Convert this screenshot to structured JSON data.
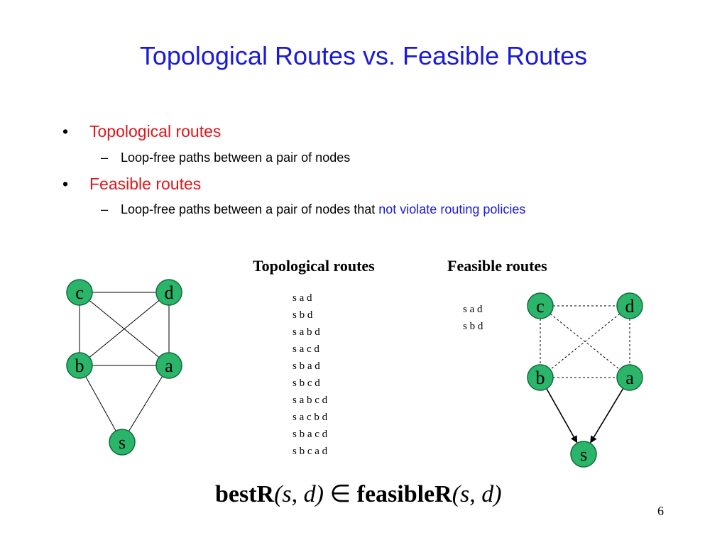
{
  "slide": {
    "title": "Topological Routes vs. Feasible Routes",
    "page_number": "6"
  },
  "bullets": [
    {
      "label": "Topological routes",
      "sub": {
        "text": "Loop-free paths between a pair of nodes",
        "highlight": ""
      }
    },
    {
      "label": "Feasible routes",
      "sub": {
        "text": "Loop-free paths between a pair of nodes that ",
        "highlight": "not violate routing policies"
      }
    }
  ],
  "bullet_marker": "•",
  "sub_marker": "–",
  "columns": {
    "topological_heading": "Topological routes",
    "feasible_heading": "Feasible routes"
  },
  "topological_routes": [
    "s a d",
    "s b d",
    "s a b d",
    "s a c d",
    "s b a d",
    "s b c d",
    "s a b c d",
    "s a c b d",
    "s b a c d",
    "s b c a d"
  ],
  "feasible_routes": [
    "s a d",
    "s b d"
  ],
  "graphs": {
    "topological": {
      "nodes": [
        "c",
        "d",
        "b",
        "a",
        "s"
      ],
      "edges": [
        [
          "c",
          "d"
        ],
        [
          "c",
          "b"
        ],
        [
          "c",
          "a"
        ],
        [
          "d",
          "b"
        ],
        [
          "d",
          "a"
        ],
        [
          "b",
          "a"
        ],
        [
          "b",
          "s"
        ],
        [
          "a",
          "s"
        ]
      ]
    },
    "feasible": {
      "nodes": [
        "c",
        "d",
        "b",
        "a",
        "s"
      ],
      "dashed_edges": [
        [
          "c",
          "d"
        ],
        [
          "c",
          "b"
        ],
        [
          "c",
          "a"
        ],
        [
          "d",
          "b"
        ],
        [
          "d",
          "a"
        ],
        [
          "b",
          "a"
        ]
      ],
      "arrow_edges": [
        [
          "b",
          "s"
        ],
        [
          "a",
          "s"
        ]
      ]
    }
  },
  "formula": {
    "lhs_fn": "bestR",
    "args": "(s, d)",
    "relation": "∈",
    "rhs_fn": "feasibleR"
  },
  "colors": {
    "title": "#1a1adb",
    "bullet": "#e0161b",
    "highlight": "#1a1adb",
    "node_fill": "#2bb56a",
    "node_stroke": "#0f6b3a"
  }
}
